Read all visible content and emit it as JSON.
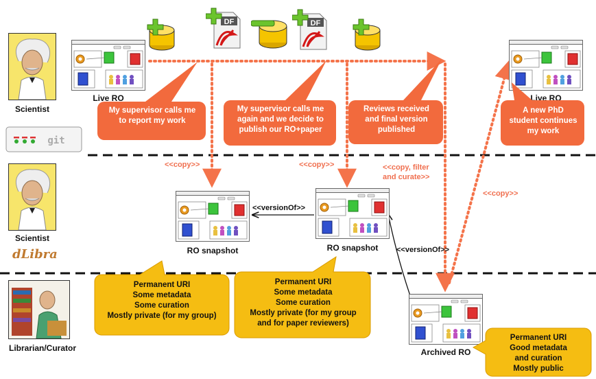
{
  "actors": {
    "scientist_top": "Scientist",
    "scientist_mid": "Scientist",
    "librarian": "Librarian/Curator"
  },
  "logos": {
    "git": "git",
    "dlibra": "dLibra"
  },
  "ro_labels": {
    "live_left": "Live RO",
    "live_right": "Live RO",
    "snapshot_left": "RO snapshot",
    "snapshot_right": "RO snapshot",
    "archived": "Archived RO"
  },
  "relations": {
    "copy1": "<<copy>>",
    "copy2": "<<copy>>",
    "copy_filter_1": "<<copy, filter",
    "copy_filter_2": "and curate>>",
    "copy3": "<<copy>>",
    "version_of_1": "<<versionOf>>",
    "version_of_2": "<<versionOf>>"
  },
  "callouts_orange": [
    {
      "lines": [
        "My supervisor calls me",
        "to report my work"
      ]
    },
    {
      "lines": [
        "My supervisor calls me",
        "again and we decide to",
        "publish our RO+paper"
      ]
    },
    {
      "lines": [
        "Reviews received",
        "and final version",
        "published"
      ]
    },
    {
      "lines": [
        "A new PhD",
        "student continues",
        "my work"
      ]
    }
  ],
  "callouts_yellow": [
    {
      "lines": [
        "Permanent URI",
        "Some metadata",
        "Some curation",
        "Mostly private (for my group)"
      ]
    },
    {
      "lines": [
        "Permanent URI",
        "Some metadata",
        "Some curation",
        "Mostly private (for my group",
        "and for paper reviewers)"
      ]
    },
    {
      "lines": [
        "Permanent URI",
        "Good metadata",
        "and curation",
        "Mostly public"
      ]
    }
  ],
  "icons": [
    "database-add-icon",
    "pdf-add-icon",
    "database-remove-icon",
    "pdf-add-icon",
    "database-add-icon"
  ],
  "colors": {
    "orange": "#f26a3d",
    "yellow": "#f5bd12",
    "dotted": "#f4734a"
  }
}
